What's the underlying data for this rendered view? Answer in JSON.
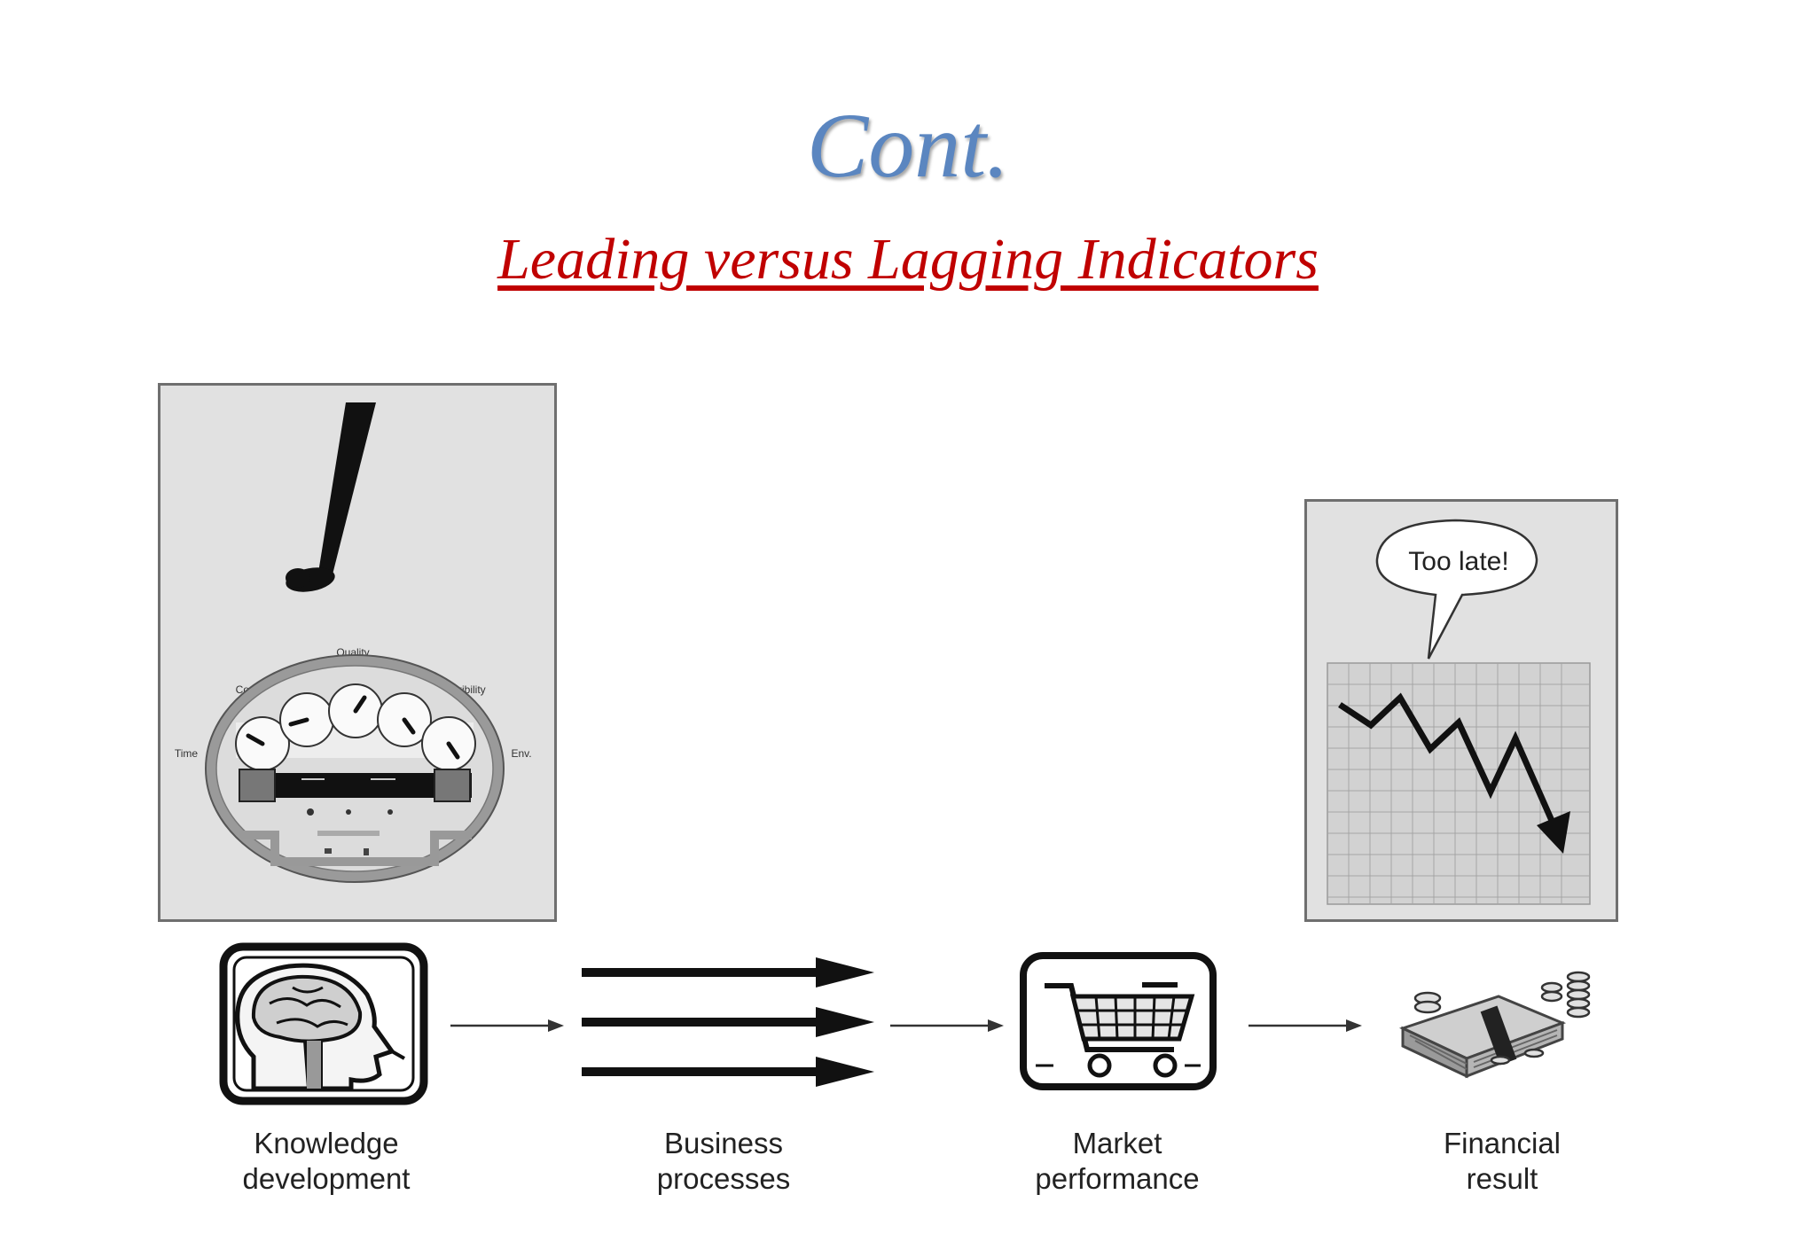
{
  "slide": {
    "title": "Cont.",
    "subtitle": "Leading versus Lagging Indicators"
  },
  "meter": {
    "gauge_labels": [
      "Time",
      "Cost",
      "Quality",
      "Flexibility",
      "Env."
    ],
    "icon": "exclamation-mark-icon"
  },
  "lagging_chart": {
    "speech": "Too late!",
    "icon": "falling-trend-arrow-icon"
  },
  "stages": [
    {
      "label": "Knowledge\ndevelopment",
      "icon": "brain-head-icon"
    },
    {
      "label": "Business\nprocesses",
      "icon": "triple-arrows-icon"
    },
    {
      "label": "Market\nperformance",
      "icon": "shopping-cart-icon"
    },
    {
      "label": "Financial\nresult",
      "icon": "money-stack-icon"
    }
  ],
  "colors": {
    "title": "#5b86c0",
    "subtitle": "#c00000",
    "panel": "#e1e1e1",
    "ink": "#111111"
  }
}
